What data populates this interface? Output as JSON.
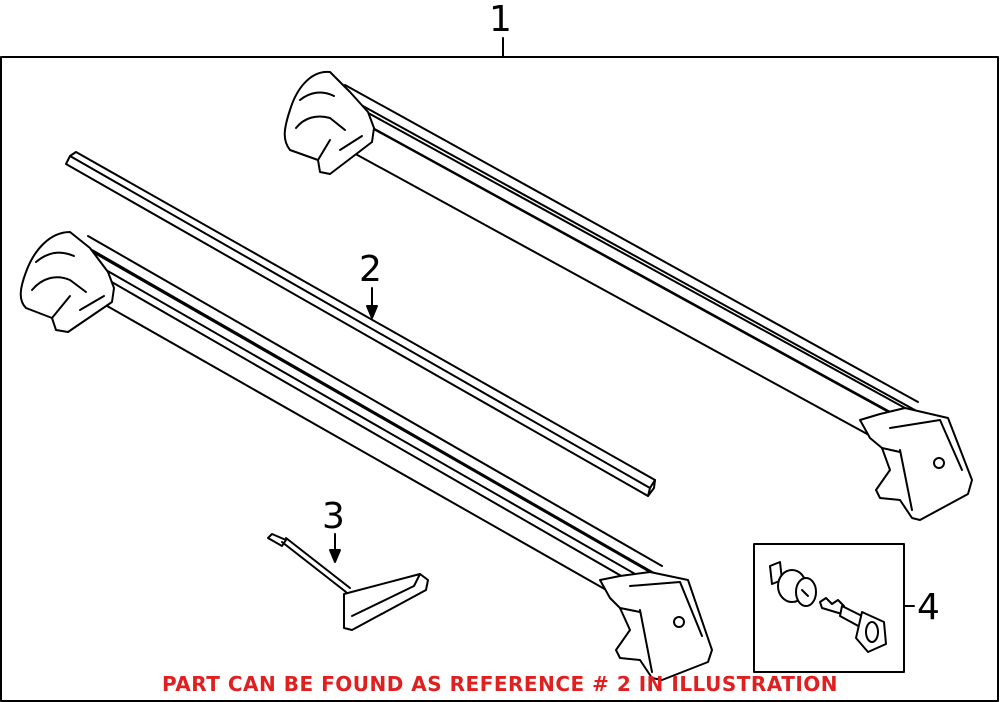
{
  "callouts": {
    "ref1": "1",
    "ref2": "2",
    "ref3": "3",
    "ref4": "4"
  },
  "notice": {
    "text": "PART CAN BE FOUND AS REFERENCE # 2 IN ILLUSTRATION",
    "color": "#e02020"
  },
  "colors": {
    "line": "#000000",
    "background": "#ffffff"
  }
}
